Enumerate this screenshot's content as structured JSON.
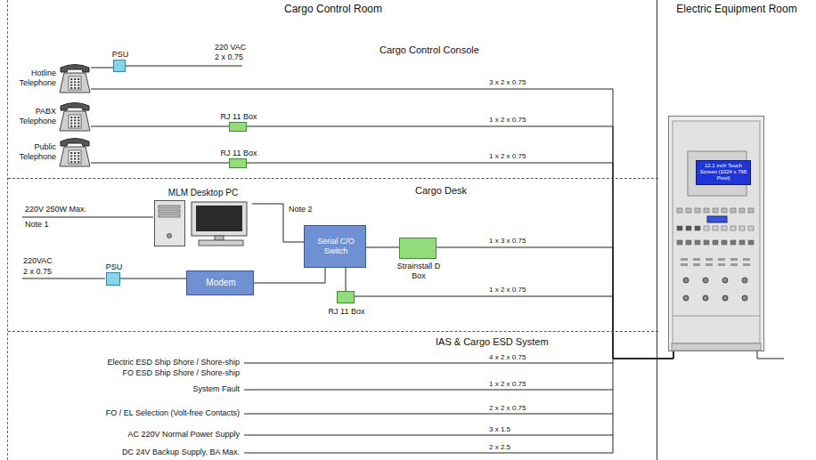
{
  "diagram": {
    "nodes": [
      {
        "text": [
          "Cargo Control Room"
        ]
      },
      {
        "text": [
          "Cargo Control Console"
        ],
        "in": 0
      },
      {
        "text": [
          "Hotline Telephone"
        ],
        "in": 1
      },
      {
        "text": [
          "PSU"
        ],
        "in": 1
      },
      {
        "text": [
          "PABX Telephone"
        ],
        "in": 1
      },
      {
        "text": [
          "RJ 11 Box"
        ],
        "in": 1
      },
      {
        "text": [
          "Public Telephone"
        ],
        "in": 1
      },
      {
        "text": [
          "RJ 11 Box"
        ],
        "in": 1
      },
      {
        "text": [
          "Cargo Desk"
        ],
        "in": 0
      },
      {
        "text": [
          "MLM Desktop PC"
        ],
        "in": 8
      },
      {
        "text": [
          "Serial C/O Switch"
        ],
        "in": 8
      },
      {
        "text": [
          "Strainstall D Box"
        ],
        "in": 8
      },
      {
        "text": [
          "PSU"
        ],
        "in": 8
      },
      {
        "text": [
          "Modem"
        ],
        "in": 8
      },
      {
        "text": [
          "RJ 11 Box"
        ],
        "in": 8
      },
      {
        "text": [
          "IAS & Cargo ESD System"
        ],
        "in": 0
      },
      {
        "text": [
          "Electric Equipment Room"
        ]
      },
      {
        "text": [
          "12.1 inch Touch Screen (1024 x 768 Pixel)"
        ],
        "in": 16
      }
    ],
    "edges": [
      {
        "from": 2,
        "to": 3,
        "arrow": "none"
      },
      {
        "from": 2,
        "to": 17,
        "label": "3 x 2 x 0.75",
        "arrow": "none"
      },
      {
        "from": 4,
        "to": 5,
        "arrow": "none"
      },
      {
        "from": 5,
        "to": 17,
        "label": "1 x 2 x 0.75",
        "arrow": "none"
      },
      {
        "from": 6,
        "to": 7,
        "arrow": "none"
      },
      {
        "from": 7,
        "to": 17,
        "label": "1 x 2 x 0.75",
        "arrow": "none"
      },
      {
        "from": 9,
        "to": 10,
        "label": "Note 2",
        "arrow": "none"
      },
      {
        "from": 12,
        "to": 13,
        "arrow": "none"
      },
      {
        "from": 13,
        "to": 10,
        "arrow": "none"
      },
      {
        "from": 10,
        "to": 11,
        "arrow": "none"
      },
      {
        "from": 11,
        "to": 17,
        "label": "1 x 3 x 0.75",
        "arrow": "none"
      },
      {
        "from": 10,
        "to": 14,
        "arrow": "none"
      },
      {
        "from": 14,
        "to": 17,
        "label": "1 x 2 x 0.75",
        "arrow": "none"
      }
    ],
    "labels": [
      "220 VAC",
      "2 x 0.75",
      "220V 250W Max.",
      "Note 1",
      "220VAC",
      "2 x 0.75",
      "Electric ESD Ship Shore / Shore-ship",
      "FO ESD Ship Shore / Shore-ship",
      "4 x 2 x 0.75",
      "System Fault",
      "1 x 2 x 0.75",
      "FO / EL Selection (Volt-free Contacts)",
      "2 x 2 x 0.75",
      "AC 220V Normal Power Supply",
      "3 x 1.5",
      "DC 24V Backup Supply, BA Max.",
      "2 x 2.5"
    ]
  }
}
